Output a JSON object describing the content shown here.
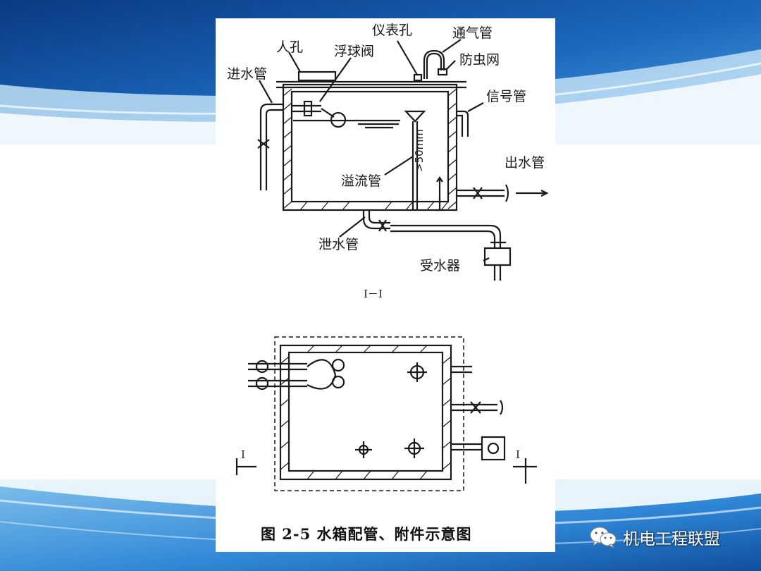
{
  "colors": {
    "bg_dark_blue": "#0b3f86",
    "bg_mid_blue": "#2a7fd0",
    "bg_light_blue": "#cfe6f7",
    "line": "#1a1a1a"
  },
  "diagram": {
    "labels": {
      "manhole": "人孔",
      "float_valve": "浮球阀",
      "instrument_hole": "仪表孔",
      "vent_pipe": "通气管",
      "insect_screen": "防虫网",
      "inlet_pipe": "进水管",
      "signal_pipe": "信号管",
      "outlet_pipe": "出水管",
      "overflow_pipe": "溢流管",
      "min_dimension": ">50mm",
      "drain_pipe": "泄水管",
      "water_receiver": "受水器",
      "section_label": "I－I",
      "section_mark_left": "I",
      "section_mark_right": "I"
    },
    "caption": "图 2-5   水箱配管、附件示意图"
  },
  "watermark": {
    "icon": "wechat-icon",
    "text": "机电工程联盟"
  }
}
